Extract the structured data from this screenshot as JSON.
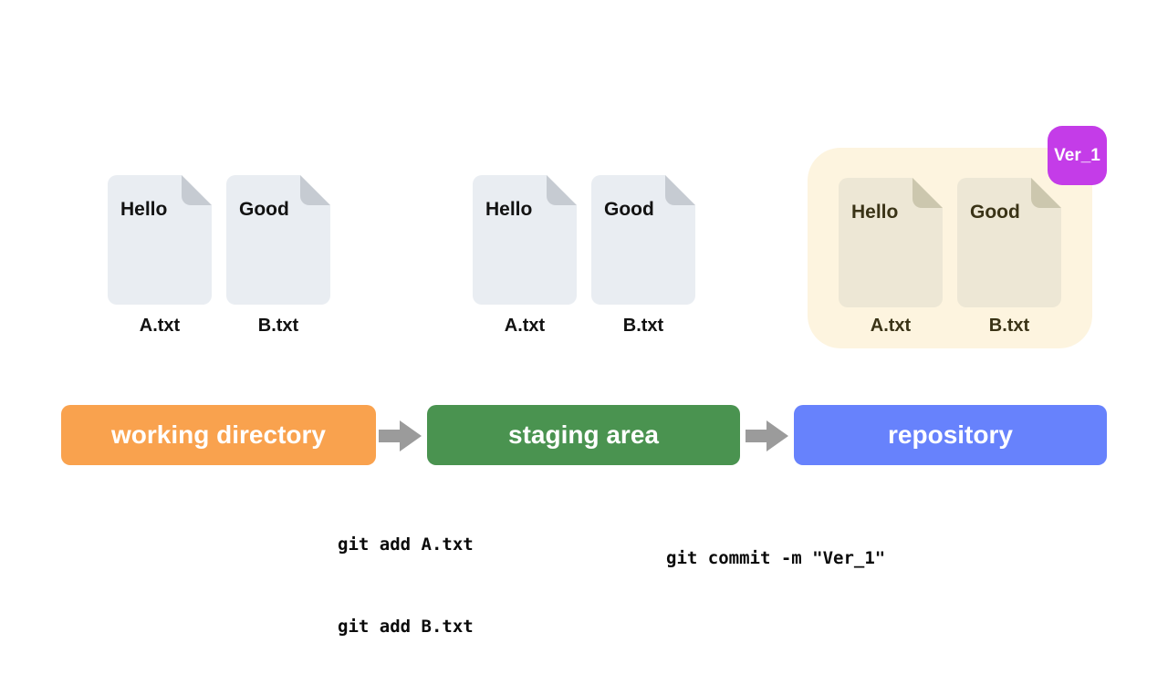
{
  "colors": {
    "working_box": "#F9A24E",
    "staging_box": "#4A9350",
    "repository_box": "#6782FC",
    "arrow": "#9B9B9B",
    "file_fill": "#E9EDF2",
    "file_fold": "#C6CBD2",
    "repo_bg": "#FDF4DF",
    "repo_file_fill": "#EDE7D5",
    "repo_file_fold": "#CCC7AE",
    "repo_text": "#3A3316",
    "badge": "#C43CE8"
  },
  "working_directory": {
    "files": [
      {
        "content": "Hello",
        "name": "A.txt"
      },
      {
        "content": "Good",
        "name": "B.txt"
      }
    ]
  },
  "staging_area": {
    "files": [
      {
        "content": "Hello",
        "name": "A.txt"
      },
      {
        "content": "Good",
        "name": "B.txt"
      }
    ]
  },
  "repository": {
    "badge": "Ver_1",
    "files": [
      {
        "content": "Hello",
        "name": "A.txt"
      },
      {
        "content": "Good",
        "name": "B.txt"
      }
    ]
  },
  "stages": {
    "working": "working directory",
    "staging": "staging area",
    "repository": "repository"
  },
  "commands": {
    "add_line1": "git add A.txt",
    "add_line2": "git add B.txt",
    "commit": "git commit -m \"Ver_1\""
  }
}
